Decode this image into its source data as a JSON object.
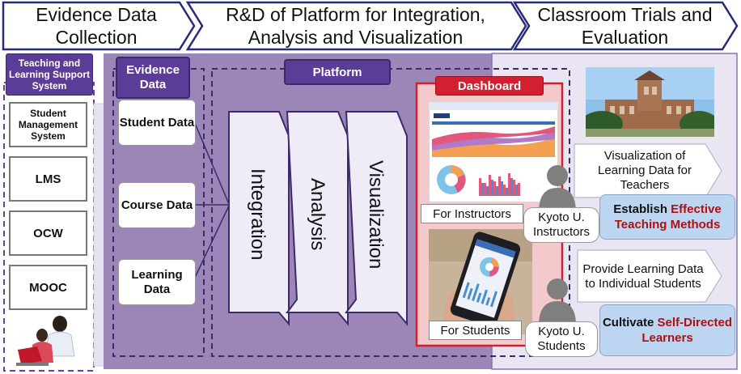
{
  "header": {
    "stage1": "Evidence Data Collection",
    "stage2": "R&D of Platform for Integration, Analysis and Visualization",
    "stage3": "Classroom Trials and Evaluation"
  },
  "sources": {
    "title": "Teaching and Learning Support System",
    "items": [
      "Student Management System",
      "LMS",
      "OCW",
      "MOOC"
    ]
  },
  "evidence": {
    "title": "Evidence Data",
    "items": [
      "Student Data",
      "Course Data",
      "Learning Data"
    ]
  },
  "platform": {
    "title": "Platform",
    "stages": [
      "Integration",
      "Analysis",
      "Visualization"
    ]
  },
  "dashboard": {
    "title": "Dashboard",
    "caption_instructors": "For Instructors",
    "caption_students": "For Students"
  },
  "trials": {
    "instructors": {
      "person": "Kyoto U. Instructors",
      "arrow": "Visualization of Learning Data for Teachers",
      "goal_plain": "Establish ",
      "goal_red": "Effective Teaching Methods"
    },
    "students": {
      "person": "Kyoto U. Students",
      "arrow": "Provide Learning Data to Individual Students",
      "goal_plain": "Cultivate ",
      "goal_red": "Self-Directed Learners"
    }
  },
  "colors": {
    "header_border": "#2a2a7a",
    "platform_bg": "#9b86b7",
    "purple_dark": "#5b3c96",
    "dashboard_red": "#d22030",
    "dashboard_bg": "#f4c9cc",
    "goal_bg": "#bcd6f2",
    "goal_red": "#b01010"
  }
}
